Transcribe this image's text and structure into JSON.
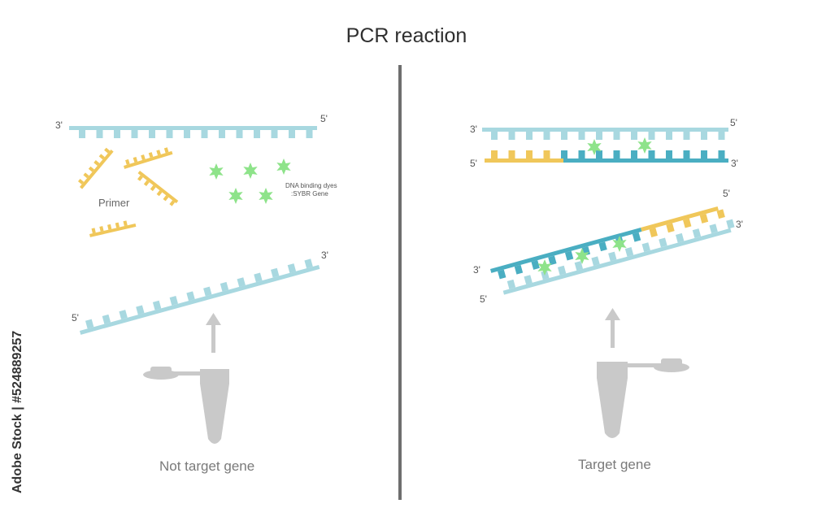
{
  "title": "PCR reaction",
  "left_panel": {
    "caption": "Not target gene",
    "primer_label": "Primer",
    "dye_label_line1": "DNA binding dyes",
    "dye_label_line2": ":SYBR Gene",
    "end_3prime": "3'",
    "end_5prime": "5'"
  },
  "right_panel": {
    "caption": "Target gene",
    "end_3prime": "3'",
    "end_5prime": "5'"
  },
  "watermark_id": "Adobe Stock | #524889257",
  "colors": {
    "template_strand": "#a8d8e0",
    "new_strand": "#4aaec2",
    "primer": "#f0c75a",
    "dye": "#8ee38a",
    "tube": "#c9c9c9",
    "divider": "#6e6e6e"
  }
}
